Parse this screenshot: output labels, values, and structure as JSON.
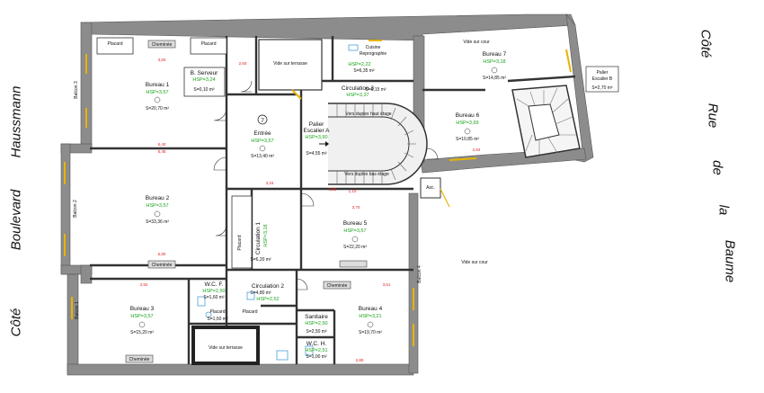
{
  "streets": {
    "left_1": "Côté",
    "left_2": "Boulevard",
    "left_3": "Haussmann",
    "right": [
      "Côté",
      "Rue",
      "de",
      "la",
      "Baume"
    ]
  },
  "rooms": {
    "bureau1": {
      "name": "Bureau 1",
      "hsp": "HSP=3,57",
      "area": "S=20,70 m²"
    },
    "bureau2": {
      "name": "Bureau 2",
      "hsp": "HSP=3,57",
      "area": "S=33,36 m²"
    },
    "bureau3": {
      "name": "Bureau 3",
      "hsp": "HSP=3,57",
      "area": "S=15,20 m²"
    },
    "bureau4": {
      "name": "Bureau 4",
      "hsp": "HSP=3,21",
      "area": "S=19,70 m²"
    },
    "bureau5": {
      "name": "Bureau 5",
      "hsp": "HSP=3,57",
      "area": "S=22,20 m²"
    },
    "bureau6": {
      "name": "Bureau 6",
      "hsp": "HSP=3,69",
      "area": "S=10,85 m²"
    },
    "bureau7": {
      "name": "Bureau 7",
      "hsp": "HSP=3,18",
      "area": "S=14,85 m²"
    },
    "entree": {
      "num": "7",
      "name": "Entrée",
      "hsp": "HSP=3,57",
      "area": "S=13,40 m²"
    },
    "serveur": {
      "name": "B. Serveur",
      "hsp": "HSP=3,24",
      "area": "S=0,10 m²"
    },
    "cuisine": {
      "name": "Cuisine",
      "name2": "Reprographie",
      "hsp": "HSP=2,22",
      "area": "S=6,35 m²"
    },
    "circ3": {
      "name": "Circulation 3",
      "hsp": "HSP=3,37",
      "area": "S=6,15 m²"
    },
    "palierA": {
      "name": "Palier",
      "name2": "Escalier A",
      "hsp": "HSP=3,60",
      "area": "S=4,55 m²"
    },
    "palierB": {
      "name": "Palier",
      "name2": "Escalier B",
      "area": "S=2,70 m²"
    },
    "circ1": {
      "name": "Circulation 1",
      "hsp": "HSP=3,18",
      "area": "S=6,20 m²"
    },
    "circ2": {
      "name": "Circulation 2",
      "hsp": "HSP=2,52",
      "area": "S=4,80 m²"
    },
    "wcf": {
      "name": "W.C. F.",
      "hsp": "HSP=2,50",
      "area": "S=1,60 m²"
    },
    "wch": {
      "name": "W.C. H.",
      "hsp": "HSP=2,51",
      "area": "S=1,00 m²"
    },
    "sanitaire": {
      "name": "Sanitaire",
      "hsp": "HSP=2,50",
      "area": "S=2,50 m²"
    },
    "placard_a": {
      "name": "Placard"
    },
    "placard_b": {
      "name": "Placard"
    },
    "placard_c": {
      "name": "Placard",
      "area": "S=1,60 m²"
    },
    "placard_d": {
      "name": "Placard"
    },
    "placard_e": {
      "name": "Placard"
    }
  },
  "labels": {
    "vide_terrasse_top": "Vide sur terrasse",
    "vide_terrasse_bottom": "Vide sur terrasse",
    "vide_cour_top": "Vide sur cour",
    "vide_cour_right": "Vide sur cour",
    "balcon1": "Balcon 1",
    "balcon2": "Balcon 2",
    "balcon3": "Balcon 3",
    "balcon4": "Balcon 4",
    "asc": "Asc.",
    "stair_up": "Vers duplex haut étage",
    "stair_down": "Vers duplex bas étage",
    "cheminee": "Cheminée"
  },
  "dims": [
    "3,60",
    "5,40",
    "5,45",
    "5,80",
    "2,60",
    "3,16",
    "3,70",
    "2,92",
    "3,61",
    "2,80",
    "2,94",
    "1,10",
    "0,95"
  ],
  "colors": {
    "wall": "#8c8c8c",
    "window": "#e8b400",
    "hsp": "#1aa31a",
    "dim": "#e02020"
  }
}
